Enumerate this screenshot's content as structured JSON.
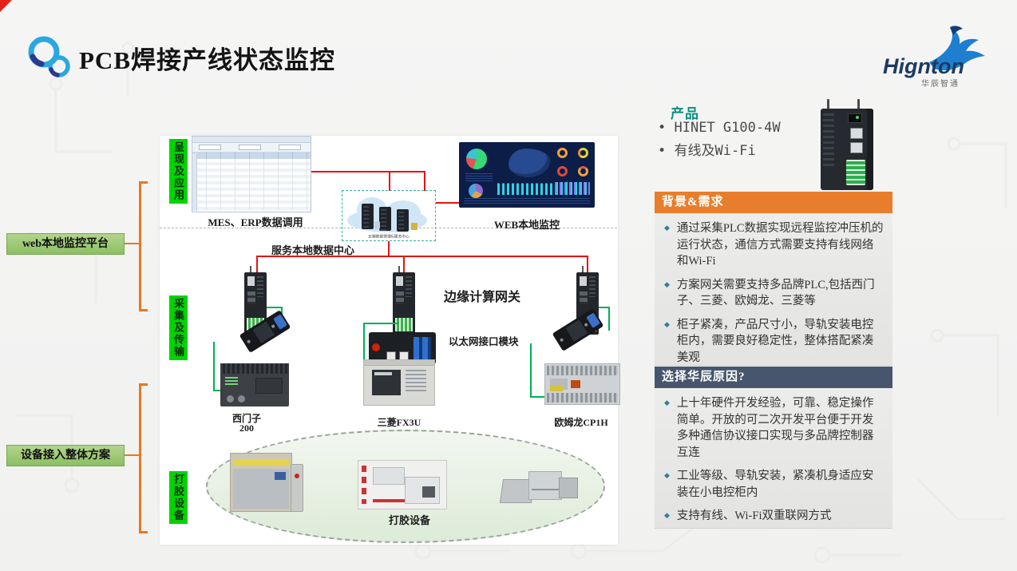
{
  "header": {
    "title": "PCB焊接产线状态监控",
    "brand": "Hignton",
    "brand_sub": "华辰智通"
  },
  "left_panel": {
    "platform_label": "web本地监控平台",
    "solution_label": "设备接入整体方案"
  },
  "diagram": {
    "stage_present": "呈现及应用",
    "stage_collect": "采集及传输",
    "stage_glue": "打胶设备",
    "mes_caption": "MES、ERP数据调用",
    "datacenter_caption": "服务本地数据中心",
    "cloud_note": "云端数据管理&服务中心",
    "web_caption": "WEB本地监控",
    "gateway_label": "边缘计算网关",
    "ethernet_label": "以太网接口模块",
    "plc_siemens_1": "西门子",
    "plc_siemens_2": "200",
    "plc_mitsubishi": "三菱FX3U",
    "plc_omron": "欧姆龙CP1H",
    "glue_caption": "打胶设备"
  },
  "product": {
    "heading": "产品",
    "bullet": "•",
    "item_1": "HINET G100-4W",
    "item_2": "有线及Wi-Fi"
  },
  "sections": {
    "background": {
      "title": "背景&需求",
      "bullet_icon": "◆",
      "bullets": [
        "通过采集PLC数据实现远程监控冲压机的运行状态，通信方式需要支持有线网络和Wi-Fi",
        "方案网关需要支持多品牌PLC,包括西门子、三菱、欧姆龙、三菱等",
        "柜子紧凑，产品尺寸小，导轨安装电控柜内，需要良好稳定性，整体搭配紧凑美观"
      ]
    },
    "reason": {
      "title": "选择华辰原因?",
      "bullet_icon": "◆",
      "bullets": [
        "上十年硬件开发经验，可靠、稳定操作简单。开放的可二次开发平台便于开发多种通信协议接口实现与多品牌控制器互连",
        "工业等级、导轨安装，紧凑机身适应安装在小电控柜内",
        "支持有线、Wi-Fi双重联网方式"
      ]
    }
  },
  "colors": {
    "accent_orange": "#E87E2B",
    "bracket_orange": "#E87722",
    "header_dark": "#47566C",
    "teal_heading": "#0A8F7F",
    "diamond_teal": "#2E7F96",
    "stage_green": "#00D400",
    "label_box_green": "#8CBF62",
    "line_red": "#E41414",
    "line_green": "#00B14F"
  }
}
